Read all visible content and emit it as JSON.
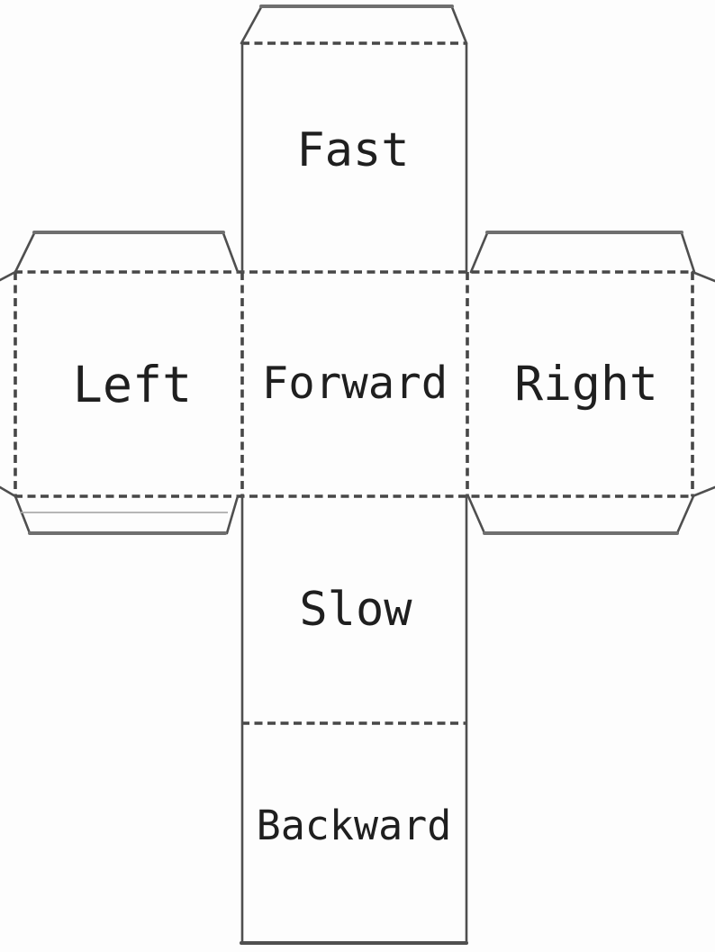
{
  "diagram": {
    "kind": "cube-net-template",
    "faces": [
      {
        "id": "fast",
        "label": "Fast",
        "position": "top-of-column"
      },
      {
        "id": "left",
        "label": "Left",
        "position": "middle-left"
      },
      {
        "id": "forward",
        "label": "Forward",
        "position": "middle-center"
      },
      {
        "id": "right",
        "label": "Right",
        "position": "middle-right"
      },
      {
        "id": "slow",
        "label": "Slow",
        "position": "below-center"
      },
      {
        "id": "backward",
        "label": "Backward",
        "position": "bottom-of-column"
      }
    ],
    "colors": {
      "background": "#fdfdfd",
      "fold_dash_line": "#474747",
      "cut_line": "#4f4f4f",
      "tab_edge": "#6f6f6f",
      "tab_inner_line": "#ababab",
      "label_text": "#1f1f1f"
    }
  }
}
